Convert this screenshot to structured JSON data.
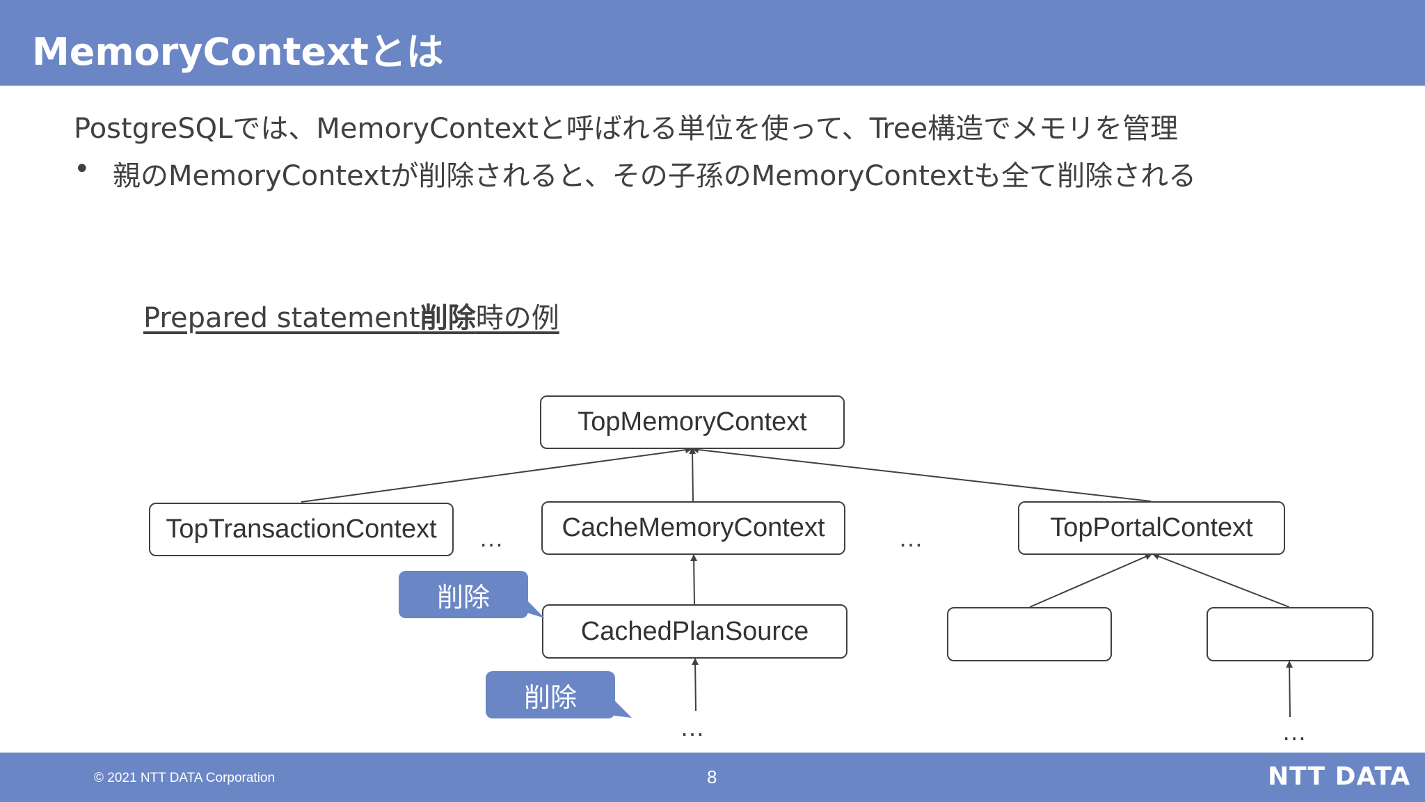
{
  "header": {
    "title": "MemoryContextとは"
  },
  "body": {
    "lead": "PostgreSQLでは、MemoryContextと呼ばれる単位を使って、Tree構造でメモリを管理",
    "bullet_symbol": "•",
    "bullet": "親のMemoryContextが削除されると、その子孫のMemoryContextも全て削除される"
  },
  "example": {
    "title_pre": "Prepared statement",
    "title_bold": "削除",
    "title_post": "時の例"
  },
  "diagram": {
    "nodes": {
      "top_memory_context": "TopMemoryContext",
      "top_transaction_context": "TopTransactionContext",
      "cache_memory_context": "CacheMemoryContext",
      "top_portal_context": "TopPortalContext",
      "cached_plan_source": "CachedPlanSource",
      "portal_child_left": "",
      "portal_child_right": ""
    },
    "ellipsis": "…",
    "callouts": {
      "upper": "削除",
      "lower": "削除"
    }
  },
  "footer": {
    "copyright": "© 2021 NTT DATA Corporation",
    "page_number": "8",
    "logo": "NTT DATA"
  },
  "colors": {
    "accent": "#6a86c5",
    "text": "#404040",
    "white": "#ffffff"
  }
}
